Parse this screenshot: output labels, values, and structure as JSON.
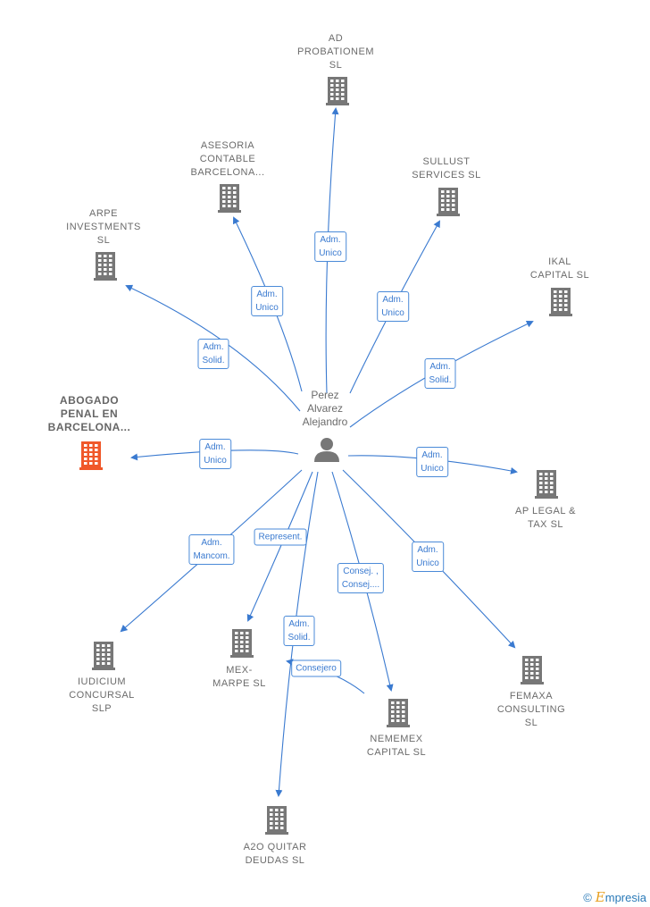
{
  "center": {
    "label": "Perez\nAlvarez\nAlejandro"
  },
  "companies": [
    {
      "id": "ad",
      "label": "AD\nPROBATIONEM\nSL",
      "highlight": false
    },
    {
      "id": "asesoria",
      "label": "ASESORIA\nCONTABLE\nBARCELONA...",
      "highlight": false
    },
    {
      "id": "sullust",
      "label": "SULLUST\nSERVICES  SL",
      "highlight": false
    },
    {
      "id": "arpe",
      "label": "ARPE\nINVESTMENTS\nSL",
      "highlight": false
    },
    {
      "id": "ikal",
      "label": "IKAL\nCAPITAL  SL",
      "highlight": false
    },
    {
      "id": "abogado",
      "label": "ABOGADO\nPENAL EN\nBARCELONA...",
      "highlight": true
    },
    {
      "id": "aplegal",
      "label": "AP LEGAL &\nTAX  SL",
      "highlight": false
    },
    {
      "id": "iudicium",
      "label": "IUDICIUM\nCONCURSAL\nSLP",
      "highlight": false
    },
    {
      "id": "mexmarpe",
      "label": "MEX-\nMARPE SL",
      "highlight": false
    },
    {
      "id": "nememex",
      "label": "NEMEMEX\nCAPITAL  SL",
      "highlight": false
    },
    {
      "id": "femaxa",
      "label": "FEMAXA\nCONSULTING\nSL",
      "highlight": false
    },
    {
      "id": "a2o",
      "label": "A2O QUITAR\nDEUDAS  SL",
      "highlight": false
    }
  ],
  "relations": [
    {
      "target": "ad",
      "label": "Adm.\nUnico"
    },
    {
      "target": "asesoria",
      "label": "Adm.\nUnico"
    },
    {
      "target": "sullust",
      "label": "Adm.\nUnico"
    },
    {
      "target": "arpe",
      "label": "Adm.\nSolid."
    },
    {
      "target": "ikal",
      "label": "Adm.\nSolid."
    },
    {
      "target": "abogado",
      "label": "Adm.\nUnico"
    },
    {
      "target": "aplegal",
      "label": "Adm.\nUnico"
    },
    {
      "target": "iudicium",
      "label": "Adm.\nMancom."
    },
    {
      "target": "mexmarpe",
      "label": "Represent."
    },
    {
      "target": "nememex",
      "label": "Consej. ,\nConsej...."
    },
    {
      "target": "femaxa",
      "label": "Adm.\nUnico"
    },
    {
      "target": "a2o",
      "label": "Adm.\nSolid."
    },
    {
      "source": "nememex",
      "target": "mexmarpe",
      "label": "Consejero"
    }
  ],
  "colors": {
    "edge": "#3a7ad0",
    "building": "#777777",
    "building_highlight": "#f0582a",
    "person": "#777777"
  },
  "brand": {
    "copyright": "©",
    "initial": "E",
    "name": "mpresia"
  }
}
